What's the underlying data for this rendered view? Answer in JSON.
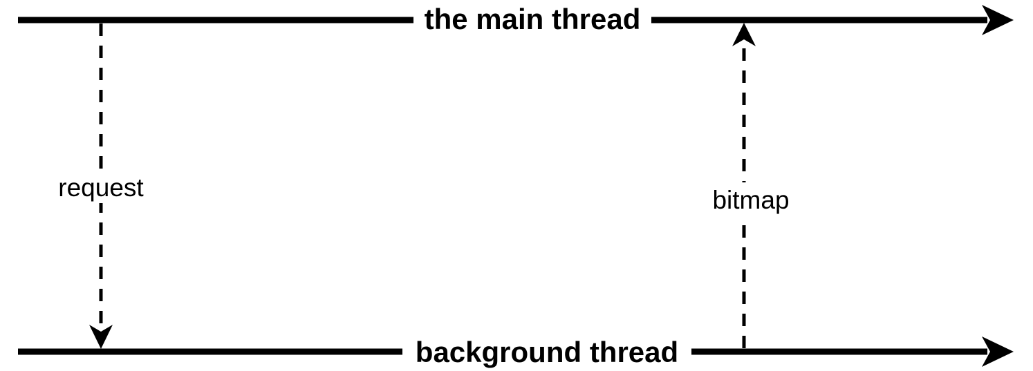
{
  "threads": {
    "main": {
      "label": "the main thread"
    },
    "background": {
      "label": "background thread"
    }
  },
  "messages": {
    "request": {
      "label": "request",
      "from": "main",
      "to": "background"
    },
    "bitmap": {
      "label": "bitmap",
      "from": "background",
      "to": "main"
    }
  },
  "colors": {
    "line": "#000000",
    "background": "#ffffff"
  }
}
